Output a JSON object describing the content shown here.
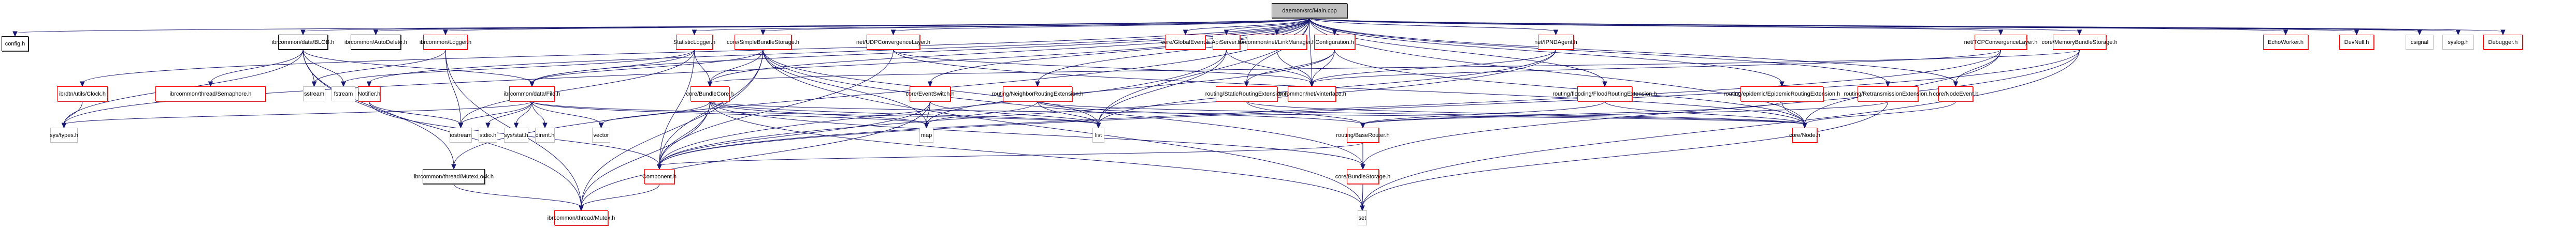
{
  "graph": {
    "title": "daemon/src/Main.cpp",
    "edge_color": "#191970",
    "legend": {
      "root_fill": "#bfbfbf",
      "documented_border": "#000000",
      "undocumented_red_border": "#ff0000",
      "system_header_border": "#bfbfbf"
    },
    "nodes": [
      {
        "id": "main",
        "label": "daemon/src/Main.cpp",
        "kind": "root"
      },
      {
        "id": "config",
        "label": "config.h",
        "kind": "doc"
      },
      {
        "id": "blob",
        "label": "ibrcommon/data/BLOB.h",
        "kind": "doc"
      },
      {
        "id": "autodelete",
        "label": "ibrcommon/AutoDelete.h",
        "kind": "doc"
      },
      {
        "id": "logger",
        "label": "ibrcommon/Logger.h",
        "kind": "red"
      },
      {
        "id": "statlogger",
        "label": "StatisticLogger.h",
        "kind": "red"
      },
      {
        "id": "simplestorage",
        "label": "core/SimpleBundleStorage.h",
        "kind": "red"
      },
      {
        "id": "udpcl",
        "label": "net/UDPConvergenceLayer.h",
        "kind": "red"
      },
      {
        "id": "globalevent",
        "label": "core/GlobalEvent.h",
        "kind": "red"
      },
      {
        "id": "apiserver",
        "label": "ApiServer.h",
        "kind": "red"
      },
      {
        "id": "linkmanager",
        "label": "ibrcommon/net/LinkManager.h",
        "kind": "red"
      },
      {
        "id": "configuration",
        "label": "Configuration.h",
        "kind": "red"
      },
      {
        "id": "ipnd",
        "label": "net/IPNDAgent.h",
        "kind": "red"
      },
      {
        "id": "tcpcl",
        "label": "net/TCPConvergenceLayer.h",
        "kind": "red"
      },
      {
        "id": "memstorage",
        "label": "core/MemoryBundleStorage.h",
        "kind": "red"
      },
      {
        "id": "echoworker",
        "label": "EchoWorker.h",
        "kind": "red"
      },
      {
        "id": "devnull",
        "label": "DevNull.h",
        "kind": "red"
      },
      {
        "id": "csignal",
        "label": "csignal",
        "kind": "sys"
      },
      {
        "id": "syslog",
        "label": "syslog.h",
        "kind": "sys"
      },
      {
        "id": "debugger",
        "label": "Debugger.h",
        "kind": "red"
      },
      {
        "id": "clock",
        "label": "ibrdtn/utils/Clock.h",
        "kind": "red"
      },
      {
        "id": "semaphore",
        "label": "ibrcommon/thread/Semaphore.h",
        "kind": "red"
      },
      {
        "id": "sstream",
        "label": "sstream",
        "kind": "sys"
      },
      {
        "id": "fstream",
        "label": "fstream",
        "kind": "sys"
      },
      {
        "id": "notifier",
        "label": "Notifier.h",
        "kind": "red"
      },
      {
        "id": "file",
        "label": "ibrcommon/data/File.h",
        "kind": "red"
      },
      {
        "id": "bundlecore",
        "label": "core/BundleCore.h",
        "kind": "red"
      },
      {
        "id": "eventswitch",
        "label": "core/EventSwitch.h",
        "kind": "red"
      },
      {
        "id": "neighbor",
        "label": "routing/NeighborRoutingExtension.h",
        "kind": "red"
      },
      {
        "id": "static",
        "label": "routing/StaticRoutingExtension.h",
        "kind": "red"
      },
      {
        "id": "vinterface",
        "label": "ibrcommon/net/vinterface.h",
        "kind": "red"
      },
      {
        "id": "flood",
        "label": "routing/flooding/FloodRoutingExtension.h",
        "kind": "red"
      },
      {
        "id": "epidemic",
        "label": "routing/epidemic/EpidemicRoutingExtension.h",
        "kind": "red"
      },
      {
        "id": "retrans",
        "label": "routing/RetransmissionExtension.h",
        "kind": "red"
      },
      {
        "id": "nodeevent",
        "label": "core/NodeEvent.h",
        "kind": "red"
      },
      {
        "id": "systypes",
        "label": "sys/types.h",
        "kind": "sys"
      },
      {
        "id": "iostream",
        "label": "iostream",
        "kind": "sys"
      },
      {
        "id": "stdio",
        "label": "stdio.h",
        "kind": "sys"
      },
      {
        "id": "sysstat",
        "label": "sys/stat.h",
        "kind": "sys"
      },
      {
        "id": "dirent",
        "label": "dirent.h",
        "kind": "sys"
      },
      {
        "id": "vector",
        "label": "vector",
        "kind": "sys"
      },
      {
        "id": "map",
        "label": "map",
        "kind": "sys"
      },
      {
        "id": "list",
        "label": "list",
        "kind": "sys"
      },
      {
        "id": "baserouter",
        "label": "routing/BaseRouter.h",
        "kind": "red"
      },
      {
        "id": "node",
        "label": "core/Node.h",
        "kind": "red"
      },
      {
        "id": "mutexlock",
        "label": "ibrcommon/thread/MutexLock.h",
        "kind": "doc"
      },
      {
        "id": "component",
        "label": "Component.h",
        "kind": "red"
      },
      {
        "id": "bundlestorage",
        "label": "core/BundleStorage.h",
        "kind": "red"
      },
      {
        "id": "mutex",
        "label": "ibrcommon/thread/Mutex.h",
        "kind": "red"
      },
      {
        "id": "set",
        "label": "set",
        "kind": "sys"
      }
    ],
    "edges": [
      [
        "main",
        "config"
      ],
      [
        "main",
        "blob"
      ],
      [
        "main",
        "autodelete"
      ],
      [
        "main",
        "logger"
      ],
      [
        "main",
        "statlogger"
      ],
      [
        "main",
        "simplestorage"
      ],
      [
        "main",
        "udpcl"
      ],
      [
        "main",
        "globalevent"
      ],
      [
        "main",
        "apiserver"
      ],
      [
        "main",
        "linkmanager"
      ],
      [
        "main",
        "configuration"
      ],
      [
        "main",
        "ipnd"
      ],
      [
        "main",
        "tcpcl"
      ],
      [
        "main",
        "memstorage"
      ],
      [
        "main",
        "echoworker"
      ],
      [
        "main",
        "devnull"
      ],
      [
        "main",
        "csignal"
      ],
      [
        "main",
        "syslog"
      ],
      [
        "main",
        "debugger"
      ],
      [
        "main",
        "clock"
      ],
      [
        "main",
        "file"
      ],
      [
        "main",
        "bundlecore"
      ],
      [
        "main",
        "eventswitch"
      ],
      [
        "main",
        "neighbor"
      ],
      [
        "main",
        "static"
      ],
      [
        "main",
        "vinterface"
      ],
      [
        "main",
        "flood"
      ],
      [
        "main",
        "epidemic"
      ],
      [
        "main",
        "retrans"
      ],
      [
        "main",
        "nodeevent"
      ],
      [
        "main",
        "systypes"
      ],
      [
        "main",
        "mutexlock"
      ],
      [
        "main",
        "node"
      ],
      [
        "main",
        "list"
      ],
      [
        "main",
        "notifier"
      ],
      [
        "blob",
        "semaphore"
      ],
      [
        "blob",
        "sstream"
      ],
      [
        "blob",
        "fstream"
      ],
      [
        "blob",
        "file"
      ],
      [
        "blob",
        "mutexlock"
      ],
      [
        "blob",
        "mutex"
      ],
      [
        "blob",
        "systypes"
      ],
      [
        "logger",
        "sstream"
      ],
      [
        "logger",
        "iostream"
      ],
      [
        "logger",
        "mutex"
      ],
      [
        "statlogger",
        "file"
      ],
      [
        "statlogger",
        "bundlecore"
      ],
      [
        "statlogger",
        "component"
      ],
      [
        "statlogger",
        "fstream"
      ],
      [
        "statlogger",
        "iostream"
      ],
      [
        "simplestorage",
        "bundlecore"
      ],
      [
        "simplestorage",
        "file"
      ],
      [
        "simplestorage",
        "component"
      ],
      [
        "simplestorage",
        "bundlestorage"
      ],
      [
        "simplestorage",
        "mutex"
      ],
      [
        "simplestorage",
        "list"
      ],
      [
        "simplestorage",
        "set"
      ],
      [
        "simplestorage",
        "map"
      ],
      [
        "udpcl",
        "vinterface"
      ],
      [
        "udpcl",
        "component"
      ],
      [
        "udpcl",
        "node"
      ],
      [
        "apiserver",
        "vinterface"
      ],
      [
        "apiserver",
        "component"
      ],
      [
        "apiserver",
        "list"
      ],
      [
        "linkmanager",
        "vinterface"
      ],
      [
        "configuration",
        "vinterface"
      ],
      [
        "configuration",
        "static"
      ],
      [
        "configuration",
        "node"
      ],
      [
        "configuration",
        "map"
      ],
      [
        "ipnd",
        "vinterface"
      ],
      [
        "ipnd",
        "component"
      ],
      [
        "ipnd",
        "list"
      ],
      [
        "tcpcl",
        "nodeevent"
      ],
      [
        "tcpcl",
        "node"
      ],
      [
        "tcpcl",
        "component"
      ],
      [
        "tcpcl",
        "vinterface"
      ],
      [
        "memstorage",
        "bundlecore"
      ],
      [
        "memstorage",
        "bundlestorage"
      ],
      [
        "memstorage",
        "set"
      ],
      [
        "memstorage",
        "component"
      ],
      [
        "clock",
        "systypes"
      ],
      [
        "notifier",
        "iostream"
      ],
      [
        "notifier",
        "component"
      ],
      [
        "file",
        "iostream"
      ],
      [
        "file",
        "stdio"
      ],
      [
        "file",
        "sysstat"
      ],
      [
        "file",
        "dirent"
      ],
      [
        "file",
        "vector"
      ],
      [
        "file",
        "list"
      ],
      [
        "file",
        "map"
      ],
      [
        "file",
        "systypes"
      ],
      [
        "bundlecore",
        "vector"
      ],
      [
        "bundlecore",
        "component"
      ],
      [
        "bundlecore",
        "mutex"
      ],
      [
        "bundlecore",
        "map"
      ],
      [
        "bundlecore",
        "set"
      ],
      [
        "bundlecore",
        "list"
      ],
      [
        "bundlecore",
        "bundlestorage"
      ],
      [
        "bundlecore",
        "node"
      ],
      [
        "eventswitch",
        "map"
      ],
      [
        "eventswitch",
        "list"
      ],
      [
        "eventswitch",
        "component"
      ],
      [
        "eventswitch",
        "mutex"
      ],
      [
        "neighbor",
        "baserouter"
      ],
      [
        "neighbor",
        "list"
      ],
      [
        "neighbor",
        "map"
      ],
      [
        "neighbor",
        "node"
      ],
      [
        "static",
        "baserouter"
      ],
      [
        "static",
        "node"
      ],
      [
        "flood",
        "baserouter"
      ],
      [
        "flood",
        "node"
      ],
      [
        "epidemic",
        "baserouter"
      ],
      [
        "epidemic",
        "node"
      ],
      [
        "retrans",
        "baserouter"
      ],
      [
        "retrans",
        "set"
      ],
      [
        "nodeevent",
        "node"
      ],
      [
        "baserouter",
        "bundlestorage"
      ],
      [
        "baserouter",
        "component"
      ],
      [
        "bundlestorage",
        "set"
      ],
      [
        "mutexlock",
        "mutex"
      ],
      [
        "component",
        "mutex"
      ]
    ]
  }
}
